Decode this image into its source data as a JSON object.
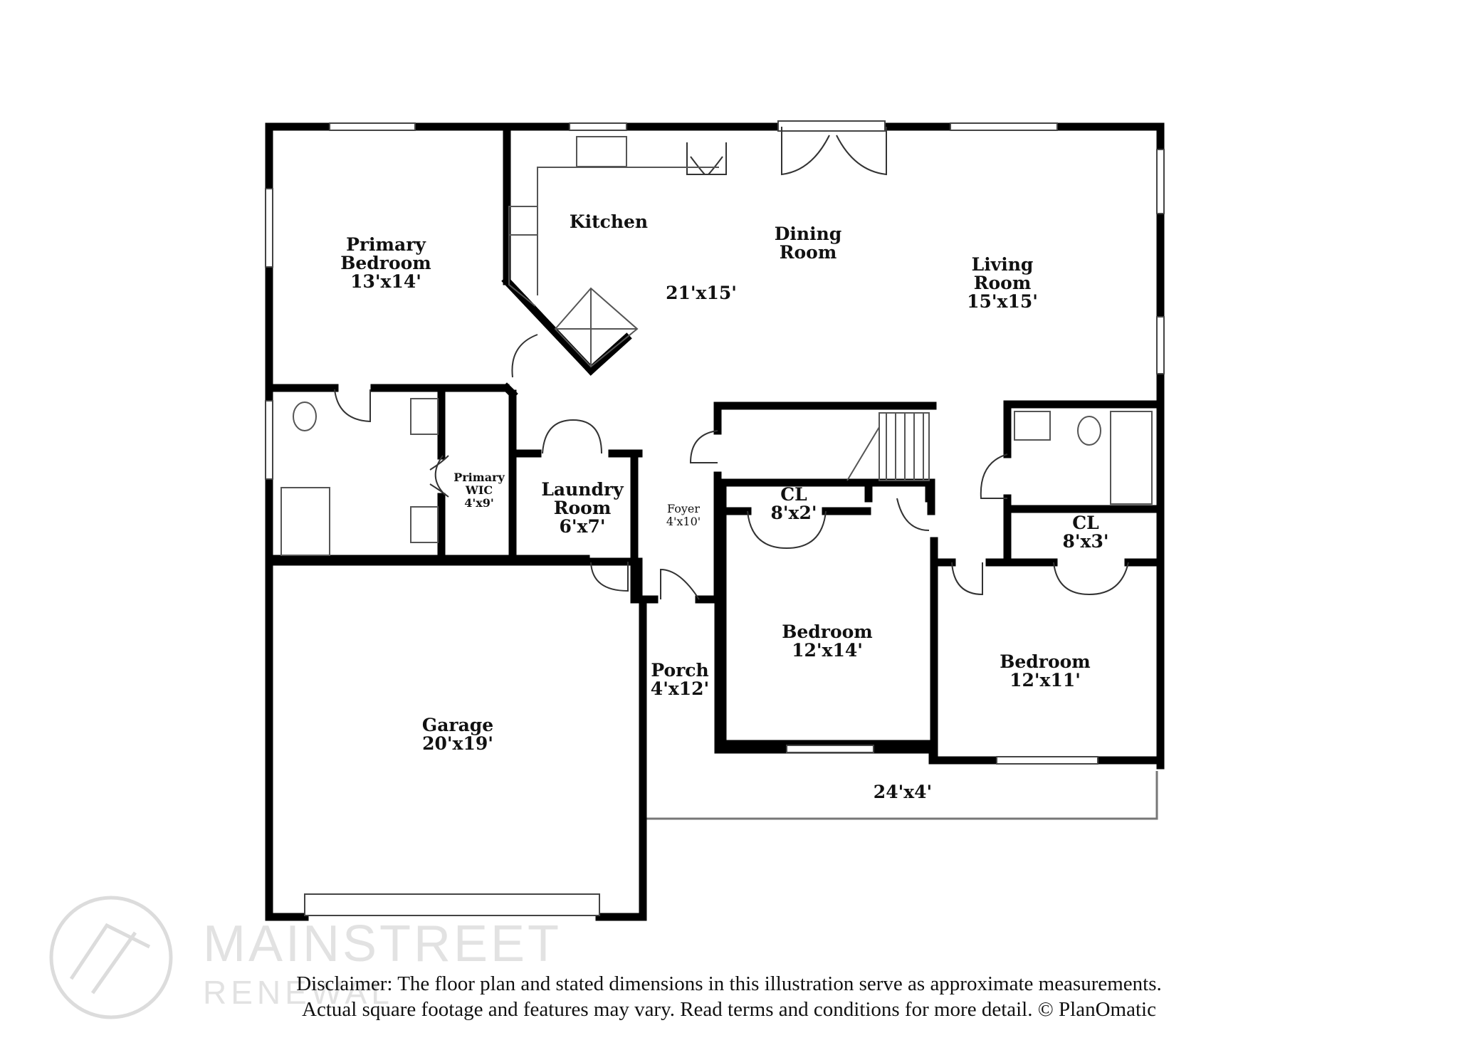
{
  "rooms": {
    "primary_bedroom": {
      "line1": "Primary",
      "line2": "Bedroom",
      "dims": "13'x14'"
    },
    "kitchen": {
      "name": "Kitchen"
    },
    "dining_room": {
      "line1": "Dining",
      "line2": "Room"
    },
    "kitchen_dining_dims": "21'x15'",
    "living_room": {
      "line1": "Living",
      "line2": "Room",
      "dims": "15'x15'"
    },
    "primary_wic": {
      "line1": "Primary",
      "line2": "WIC",
      "dims": "4'x9'"
    },
    "laundry_room": {
      "line1": "Laundry",
      "line2": "Room",
      "dims": "6'x7'"
    },
    "foyer": {
      "name": "Foyer",
      "dims": "4'x10'"
    },
    "closet_a": {
      "name": "CL",
      "dims": "8'x2'"
    },
    "closet_b": {
      "name": "CL",
      "dims": "8'x3'"
    },
    "bedroom_a": {
      "name": "Bedroom",
      "dims": "12'x14'"
    },
    "bedroom_b": {
      "name": "Bedroom",
      "dims": "12'x11'"
    },
    "porch": {
      "name": "Porch",
      "dims": "4'x12'"
    },
    "garage": {
      "name": "Garage",
      "dims": "20'x19'"
    },
    "patio": {
      "dims": "24'x4'"
    }
  },
  "watermark": {
    "line1": "MAINSTREET",
    "line2": "RENEWAL"
  },
  "disclaimer": {
    "line1": "Disclaimer: The floor plan and stated dimensions in this illustration serve as approximate measurements.",
    "line2": "Actual square footage and features may vary. Read terms and conditions for more detail. © PlanOmatic"
  },
  "colors": {
    "wall": "#000000",
    "fixture": "#555555",
    "watermark": "#dcdcdc",
    "background": "#ffffff"
  }
}
